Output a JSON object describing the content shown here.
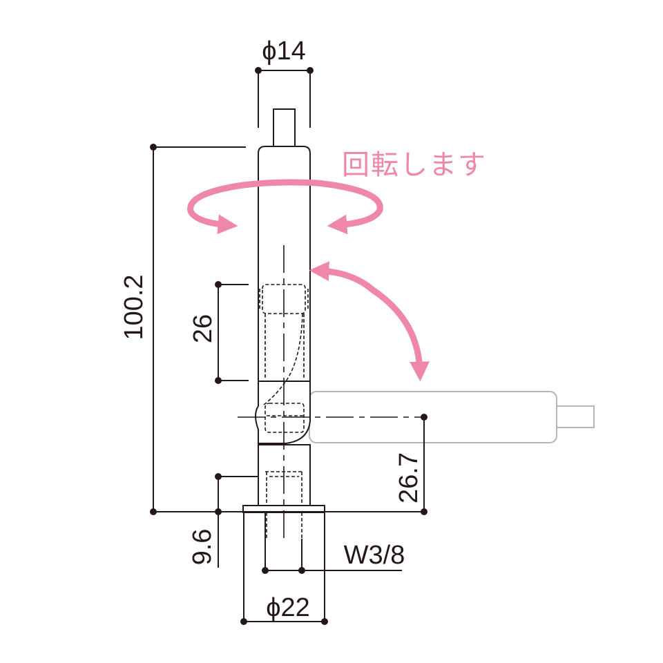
{
  "drawing": {
    "dimensions": {
      "top_diameter": "ϕ14",
      "total_height": "100.2",
      "thread_depth": "26",
      "pivot_height": "26.7",
      "base_height": "9.6",
      "thread_size": "W3/8",
      "base_diameter": "ϕ22"
    },
    "annotations": {
      "rotation_label": "回転します"
    },
    "colors": {
      "line": "#231815",
      "ghost_line": "#b5b5b6",
      "arrow": "#ee87a9"
    }
  }
}
